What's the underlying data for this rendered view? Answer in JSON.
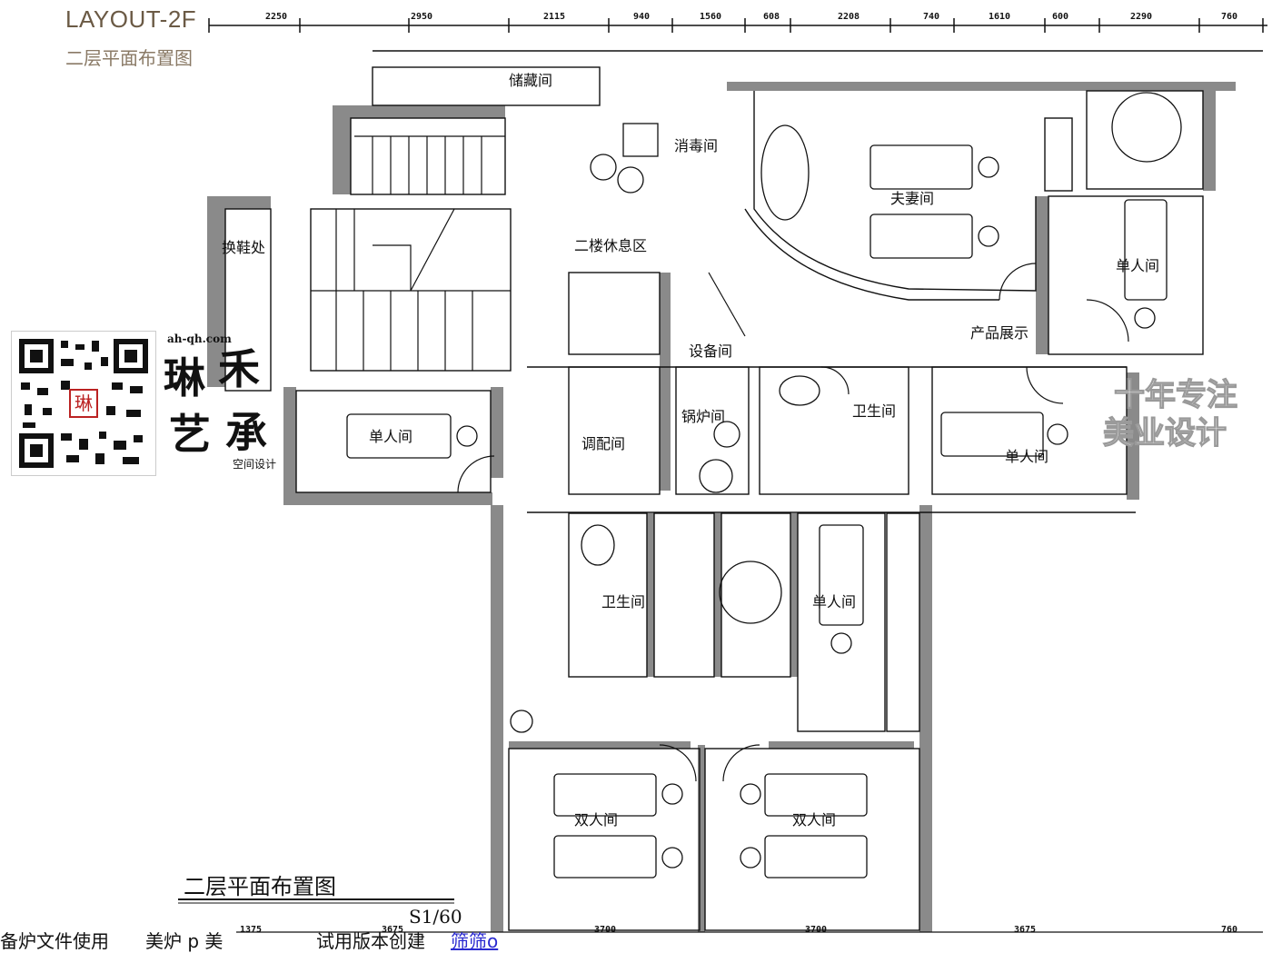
{
  "header": {
    "title": "LAYOUT-2F",
    "subtitle": "二层平面布置图"
  },
  "dimensions_top": [
    "2250",
    "2950",
    "2115",
    "940",
    "1560",
    "608",
    "2208",
    "740",
    "1610",
    "600",
    "2290",
    "760"
  ],
  "dimensions_bottom": [
    "1375",
    "3675",
    "3700",
    "3700",
    "3675",
    "760"
  ],
  "rooms": {
    "storage": "储藏间",
    "disinfect": "消毒间",
    "couple": "夫妻间",
    "shoe": "换鞋处",
    "lounge": "二楼休息区",
    "single_ne": "单人间",
    "product": "产品展示",
    "equipment": "设备间",
    "boiler": "锅炉间",
    "bath_c": "卫生间",
    "single_w": "单人间",
    "mixing": "调配间",
    "single_e": "单人间",
    "bath_s": "卫生间",
    "single_s": "单人间",
    "double_l": "双人间",
    "double_r": "双人间"
  },
  "drawing": {
    "title": "二层平面布置图",
    "scale": "S1/60"
  },
  "logo": {
    "url_text": "ah-qh.com",
    "name_1": "琳",
    "name_2": "禾",
    "name_3": "艺",
    "name_4": "承",
    "tagline": "空间设计",
    "slogan_1": "十年专注",
    "slogan_2": "美业设计"
  },
  "footer": {
    "text_1": "备炉文件使用",
    "text_2": "美炉 p 美",
    "text_3": "试用版本创建",
    "link": "筛筛o"
  }
}
